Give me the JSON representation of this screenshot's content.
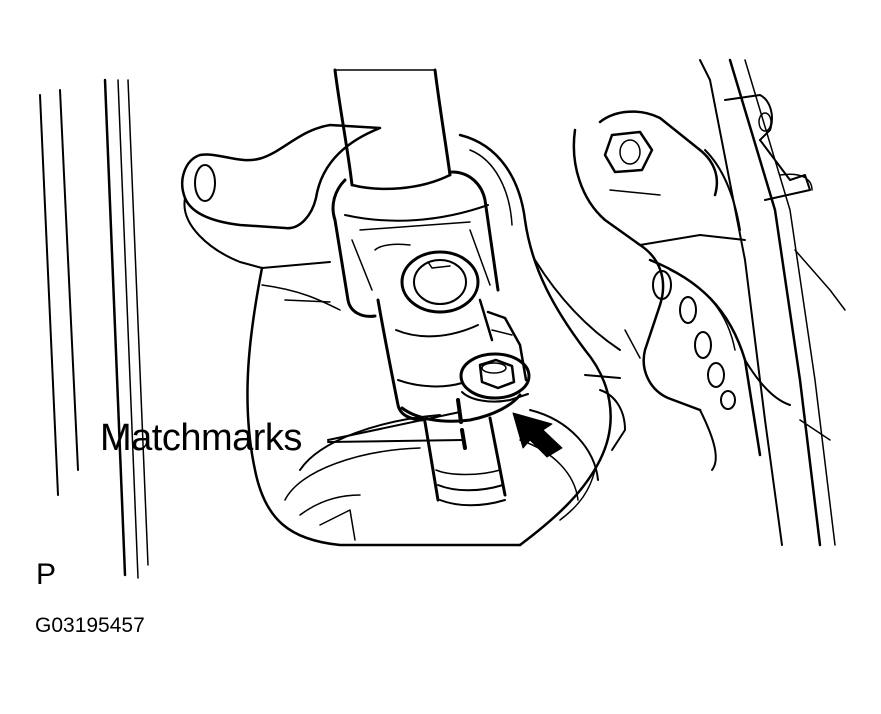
{
  "diagram": {
    "callout_label": "Matchmarks",
    "view_code": "P",
    "figure_id": "G03195457"
  },
  "colors": {
    "line": "#000000",
    "background": "#ffffff"
  }
}
